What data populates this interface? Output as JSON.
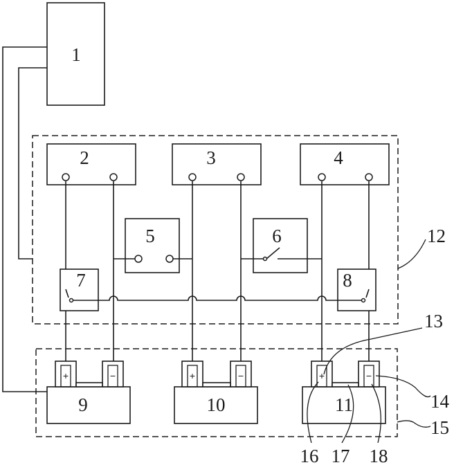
{
  "labels": {
    "l1": "1",
    "l2": "2",
    "l3": "3",
    "l4": "4",
    "l5": "5",
    "l6": "6",
    "l7": "7",
    "l8": "8",
    "l9": "9",
    "l10": "10",
    "l11": "11",
    "l12": "12",
    "l13": "13",
    "l14": "14",
    "l15": "15",
    "l16": "16",
    "l17": "17",
    "l18": "18"
  },
  "signs": {
    "plus": "+",
    "minus": "−"
  },
  "colors": {
    "stroke": "#1a1a1a",
    "background": "#ffffff"
  }
}
